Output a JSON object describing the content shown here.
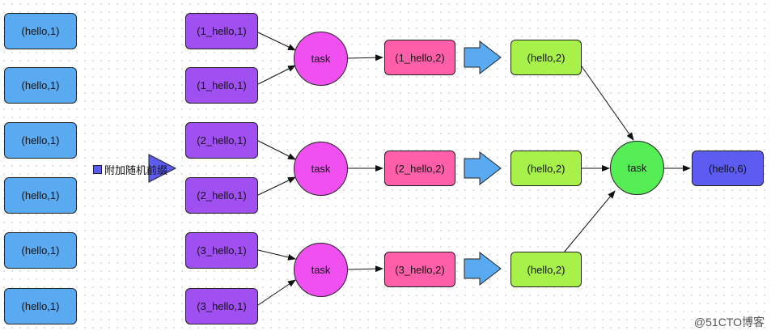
{
  "source_nodes": [
    "(hello,1)",
    "(hello,1)",
    "(hello,1)",
    "(hello,1)",
    "(hello,1)",
    "(hello,1)"
  ],
  "prefix_step": "附加随机前缀",
  "prefixed_nodes": [
    "(1_hello,1)",
    "(1_hello,1)",
    "(2_hello,1)",
    "(2_hello,1)",
    "(3_hello,1)",
    "(3_hello,1)"
  ],
  "first_tasks": [
    "task",
    "task",
    "task"
  ],
  "partial_results": [
    "(1_hello,2)",
    "(2_hello,2)",
    "(3_hello,2)"
  ],
  "stripped_results": [
    "(hello,2)",
    "(hello,2)",
    "(hello,2)"
  ],
  "final_task": "task",
  "final_result": "(hello,6)",
  "watermark": "@51CTO博客",
  "colors": {
    "source": "#5aaaf2",
    "prefixed": "#a04ff0",
    "task": "#f050f0",
    "partial": "#ff5fa8",
    "stripped": "#a8f04a",
    "final_task": "#55ee55",
    "final_result": "#5c5cf0",
    "block_arrow": "#5aaaf2"
  }
}
